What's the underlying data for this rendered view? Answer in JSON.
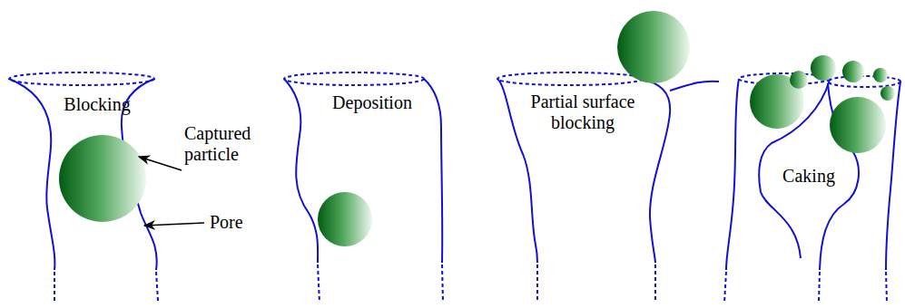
{
  "diagram": {
    "labels": [
      "Blocking",
      "Captured particle",
      "Pore",
      "Deposition",
      "Partial surface blocking",
      "Caking"
    ]
  }
}
